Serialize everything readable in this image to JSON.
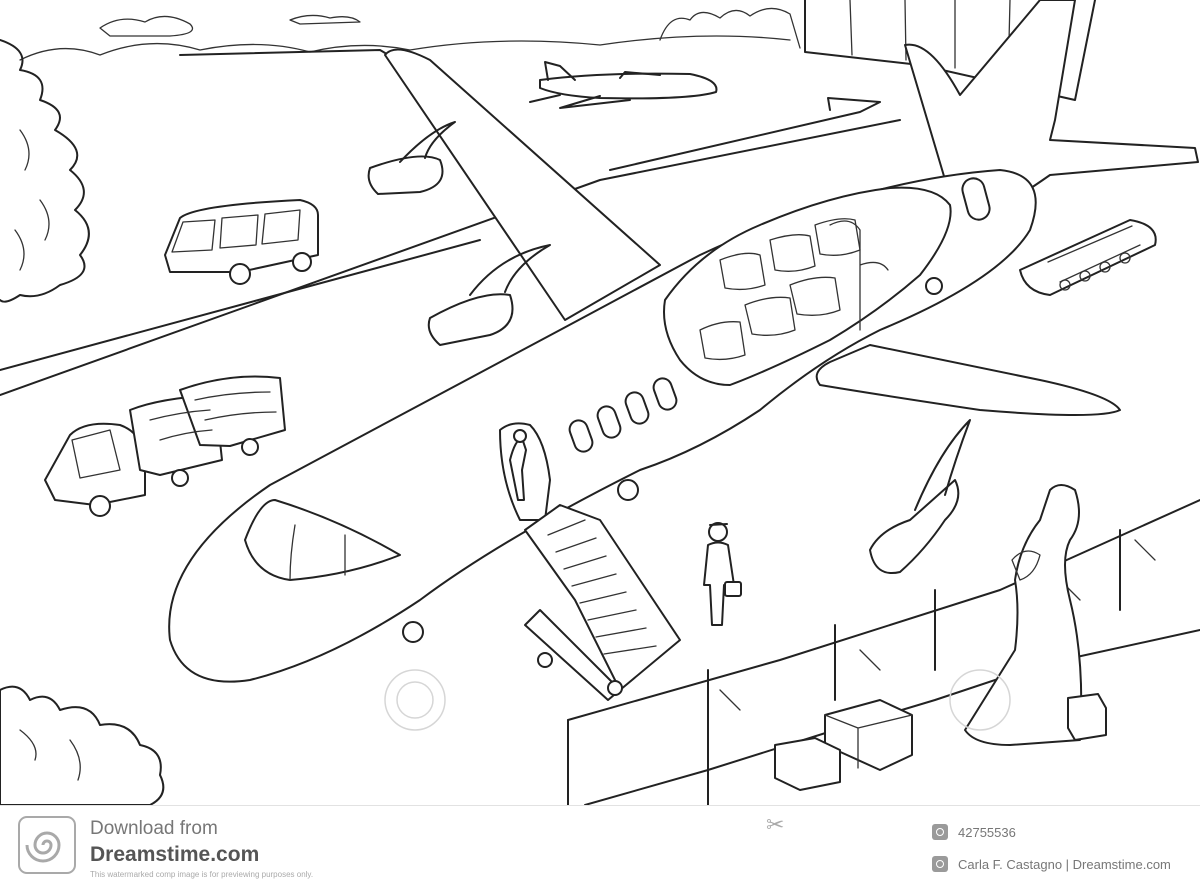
{
  "footer": {
    "download_label": "Download from",
    "brand": "Dreamstime.com",
    "watermark_note": "This watermarked comp image is for previewing purposes only.",
    "image_id": "42755536",
    "credit": "Carla F. Castagno | Dreamstime.com"
  },
  "icons": {
    "logo": "dreamstime-spiral-logo",
    "image_id_icon": "camera-icon",
    "credit_icon": "camera-icon",
    "cut_marker": "scissors-icon"
  }
}
